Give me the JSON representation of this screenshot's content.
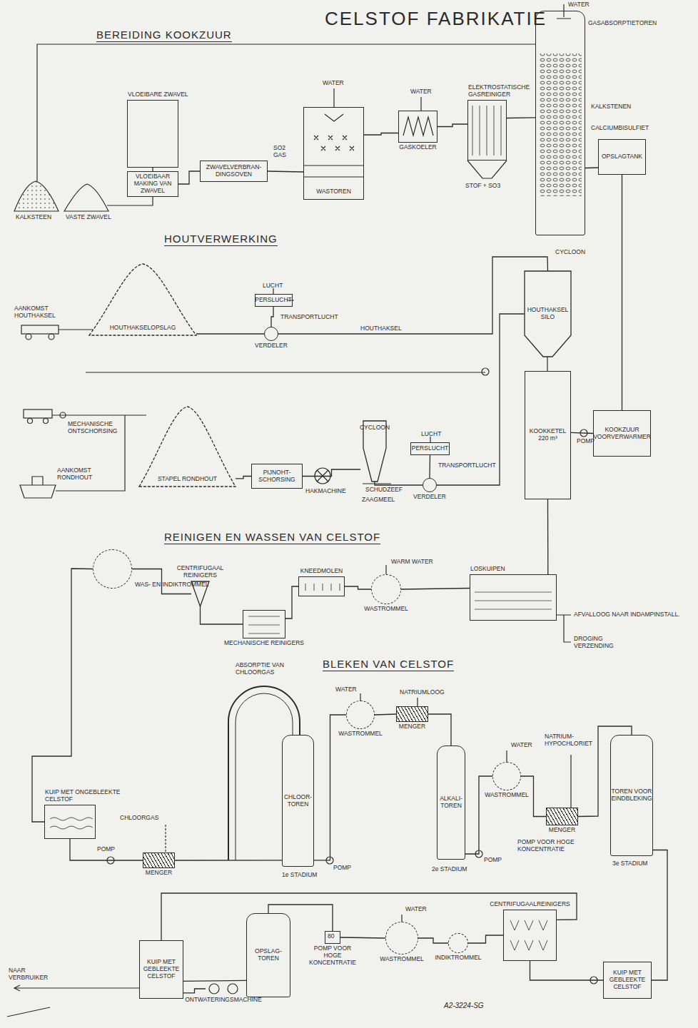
{
  "diagram": {
    "title": "CELSTOF FABRIKATIE",
    "nodes": [
      {
        "text": [
          "VLOEIBARE ZWAVEL"
        ]
      },
      {
        "text": [
          "VLOEIBAAR MAKING VAN ZWAVEL"
        ]
      },
      {
        "text": [
          "ZWAVELVERBRAN- DINGSOVEN"
        ]
      },
      {
        "text": [
          "WASTOREN"
        ]
      },
      {
        "text": [
          "GASKOELER"
        ]
      },
      {
        "text": [
          "ELEKTROSTATISCHE GASREINIGER"
        ]
      },
      {
        "text": [
          "GASABSORPTIETOREN"
        ]
      },
      {
        "text": [
          "OPSLAGTANK"
        ]
      },
      {
        "text": [
          "PERSLUCHT"
        ]
      },
      {
        "text": [
          "VERDELER"
        ]
      },
      {
        "text": [
          "HOUTHAKSELOPSLAG"
        ]
      },
      {
        "text": [
          "HOUTHAKSEL SILO"
        ]
      },
      {
        "text": [
          "KOOKKETEL 220 m³"
        ]
      },
      {
        "text": [
          "KOOKZUUR VOORVERWARMER"
        ]
      },
      {
        "text": [
          "STAPEL RONDHOUT"
        ]
      },
      {
        "text": [
          "PIJNOHT- SCHORSING"
        ]
      },
      {
        "text": [
          "CYCLOON"
        ]
      },
      {
        "text": [
          "PERSLUCHT"
        ]
      },
      {
        "text": [
          "VERDELER"
        ]
      },
      {
        "text": [
          "LOSKUIPEN"
        ]
      },
      {
        "text": [
          "WASTROMMEL"
        ]
      },
      {
        "text": [
          "KNEEDMOLEN"
        ]
      },
      {
        "text": [
          "MECHANISCHE REINIGERS"
        ]
      },
      {
        "text": [
          "CENTRIFUGAAL REINIGERS"
        ]
      },
      {
        "text": [
          "WAS- EN INDIKTROMMEL"
        ]
      },
      {
        "text": [
          "KUIP MET ONGEBLEEKTE CELSTOF"
        ]
      },
      {
        "text": [
          "MENGER"
        ]
      },
      {
        "text": [
          "CHLOOR- TOREN"
        ]
      },
      {
        "text": [
          "WASTROMMEL"
        ]
      },
      {
        "text": [
          "MENGER"
        ]
      },
      {
        "text": [
          "ALKALI- TOREN"
        ]
      },
      {
        "text": [
          "WASTROMMEL"
        ]
      },
      {
        "text": [
          "MENGER"
        ]
      },
      {
        "text": [
          "TOREN VOOR EINDBLEKING"
        ]
      },
      {
        "text": [
          "KUIP MET GEBLEEKTE CELSTOF"
        ]
      },
      {
        "text": [
          "CENTRIFUGAALREINIGERS"
        ]
      },
      {
        "text": [
          "INDIKTROMMEL"
        ]
      },
      {
        "text": [
          "WASTROMMEL"
        ]
      },
      {
        "text": [
          "POMP VOOR HOGE KONCENTRATIE"
        ]
      },
      {
        "text": [
          "OPSLAG- TOREN"
        ]
      },
      {
        "text": [
          "KUIP MET GEBLEEKTE CELSTOF"
        ]
      },
      {
        "text": [
          "ONTWATERINGSMACHINE"
        ]
      }
    ],
    "edges": [
      {
        "from": 0,
        "to": 1,
        "arrow": "none"
      },
      {
        "from": 1,
        "to": 2,
        "arrow": "none"
      },
      {
        "from": 2,
        "to": 3,
        "arrow": "none"
      },
      {
        "from": 3,
        "to": 4,
        "arrow": "none"
      },
      {
        "from": 4,
        "to": 5,
        "arrow": "none"
      },
      {
        "from": 5,
        "to": 6,
        "arrow": "none"
      },
      {
        "from": 6,
        "to": 7,
        "arrow": "none"
      },
      {
        "from": 7,
        "to": 13,
        "arrow": "none"
      },
      {
        "from": 13,
        "to": 12,
        "arrow": "none"
      },
      {
        "from": 12,
        "to": 19,
        "arrow": "none"
      },
      {
        "from": 19,
        "to": 20,
        "arrow": "none"
      },
      {
        "from": 20,
        "to": 21,
        "arrow": "none"
      },
      {
        "from": 21,
        "to": 22,
        "arrow": "none"
      },
      {
        "from": 22,
        "to": 23,
        "arrow": "none"
      },
      {
        "from": 23,
        "to": 24,
        "arrow": "none"
      },
      {
        "from": 24,
        "to": 25,
        "arrow": "none"
      },
      {
        "from": 25,
        "to": 26,
        "arrow": "none"
      },
      {
        "from": 26,
        "to": 27,
        "arrow": "none"
      },
      {
        "from": 27,
        "to": 28,
        "arrow": "none"
      },
      {
        "from": 28,
        "to": 29,
        "arrow": "none"
      },
      {
        "from": 29,
        "to": 30,
        "arrow": "none"
      },
      {
        "from": 30,
        "to": 31,
        "arrow": "none"
      },
      {
        "from": 31,
        "to": 32,
        "arrow": "none"
      },
      {
        "from": 32,
        "to": 33,
        "arrow": "none"
      },
      {
        "from": 33,
        "to": 34,
        "arrow": "none"
      },
      {
        "from": 34,
        "to": 35,
        "arrow": "none"
      },
      {
        "from": 35,
        "to": 36,
        "arrow": "none"
      },
      {
        "from": 36,
        "to": 37,
        "arrow": "none"
      },
      {
        "from": 37,
        "to": 38,
        "arrow": "none"
      },
      {
        "from": 38,
        "to": 39,
        "arrow": "none"
      },
      {
        "from": 39,
        "to": 40,
        "arrow": "none"
      },
      {
        "from": 40,
        "to": 41,
        "arrow": "none"
      },
      {
        "from": 40,
        "to": 35,
        "arrow": "none"
      },
      {
        "from": 8,
        "to": 9,
        "arrow": "none"
      },
      {
        "from": 10,
        "to": 9,
        "arrow": "none"
      },
      {
        "from": 9,
        "to": 11,
        "arrow": "none"
      },
      {
        "from": 14,
        "to": 15,
        "arrow": "none"
      },
      {
        "from": 15,
        "to": 16,
        "arrow": "none"
      },
      {
        "from": 16,
        "to": 18,
        "arrow": "none"
      },
      {
        "from": 17,
        "to": 18,
        "arrow": "none"
      },
      {
        "from": 18,
        "to": 11,
        "arrow": "none"
      }
    ],
    "labels": [
      "BEREIDING KOOKZUUR",
      "HOUTVERWERKING",
      "REINIGEN EN WASSEN VAN CELSTOF",
      "BLEKEN VAN CELSTOF",
      "KALKSTEEN",
      "VASTE ZWAVEL",
      "SO2 GAS",
      "WATER",
      "WATER",
      "STOF + SO3",
      "WATER",
      "KALKSTENEN",
      "CALCIUMBISULFIET",
      "LUCHT",
      "TRANSPORTLUCHT",
      "AANKOMST HOUTHAKSEL",
      "HOUTHAKSEL",
      "CYCLOON",
      "MECHANISCHE ONTSCHORSING",
      "AANKOMST RONDHOUT",
      "HAKMACHINE",
      "SCHUDZEEF",
      "ZAAGMEEL",
      "LUCHT",
      "TRANSPORTLUCHT",
      "POMP",
      "WARM WATER",
      "AFVALLOOG NAAR INDAMPINSTALL.",
      "DROGING VERZENDING",
      "CHLOORGAS",
      "POMP",
      "ABSORPTIE VAN CHLOORGAS",
      "1e STADIUM",
      "POMP",
      "WATER",
      "NATRIUMLOOG",
      "2e STADIUM",
      "POMP",
      "WATER",
      "NATRIUM-HYPOCHLORIET",
      "POMP VOOR HOGE KONCENTRATIE",
      "3e STADIUM",
      "WATER",
      "80",
      "NAAR VERBRUIKER",
      "A2-3224-SG"
    ]
  }
}
